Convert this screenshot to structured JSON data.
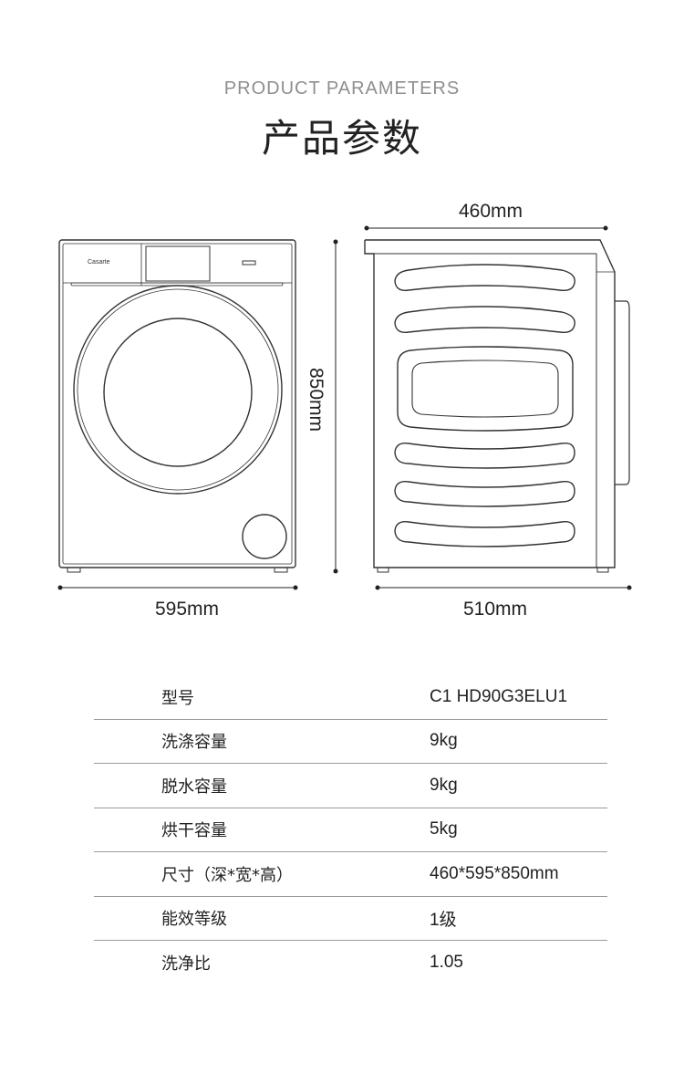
{
  "header": {
    "title_en": "PRODUCT  PARAMETERS",
    "title_cn": "产品参数"
  },
  "front_view": {
    "brand": "Casarte",
    "width_label": "595mm",
    "height_label": "850mm"
  },
  "side_view": {
    "depth_label": "510mm",
    "top_label": "460mm"
  },
  "specs": [
    {
      "label": "型号",
      "value": "C1 HD90G3ELU1"
    },
    {
      "label": "洗涤容量",
      "value": "9kg"
    },
    {
      "label": "脱水容量",
      "value": "9kg"
    },
    {
      "label": "烘干容量",
      "value": "5kg"
    },
    {
      "label": "尺寸（深*宽*高）",
      "value": "460*595*850mm"
    },
    {
      "label": "能效等级",
      "value": "1级"
    },
    {
      "label": "洗净比",
      "value": "1.05"
    }
  ]
}
